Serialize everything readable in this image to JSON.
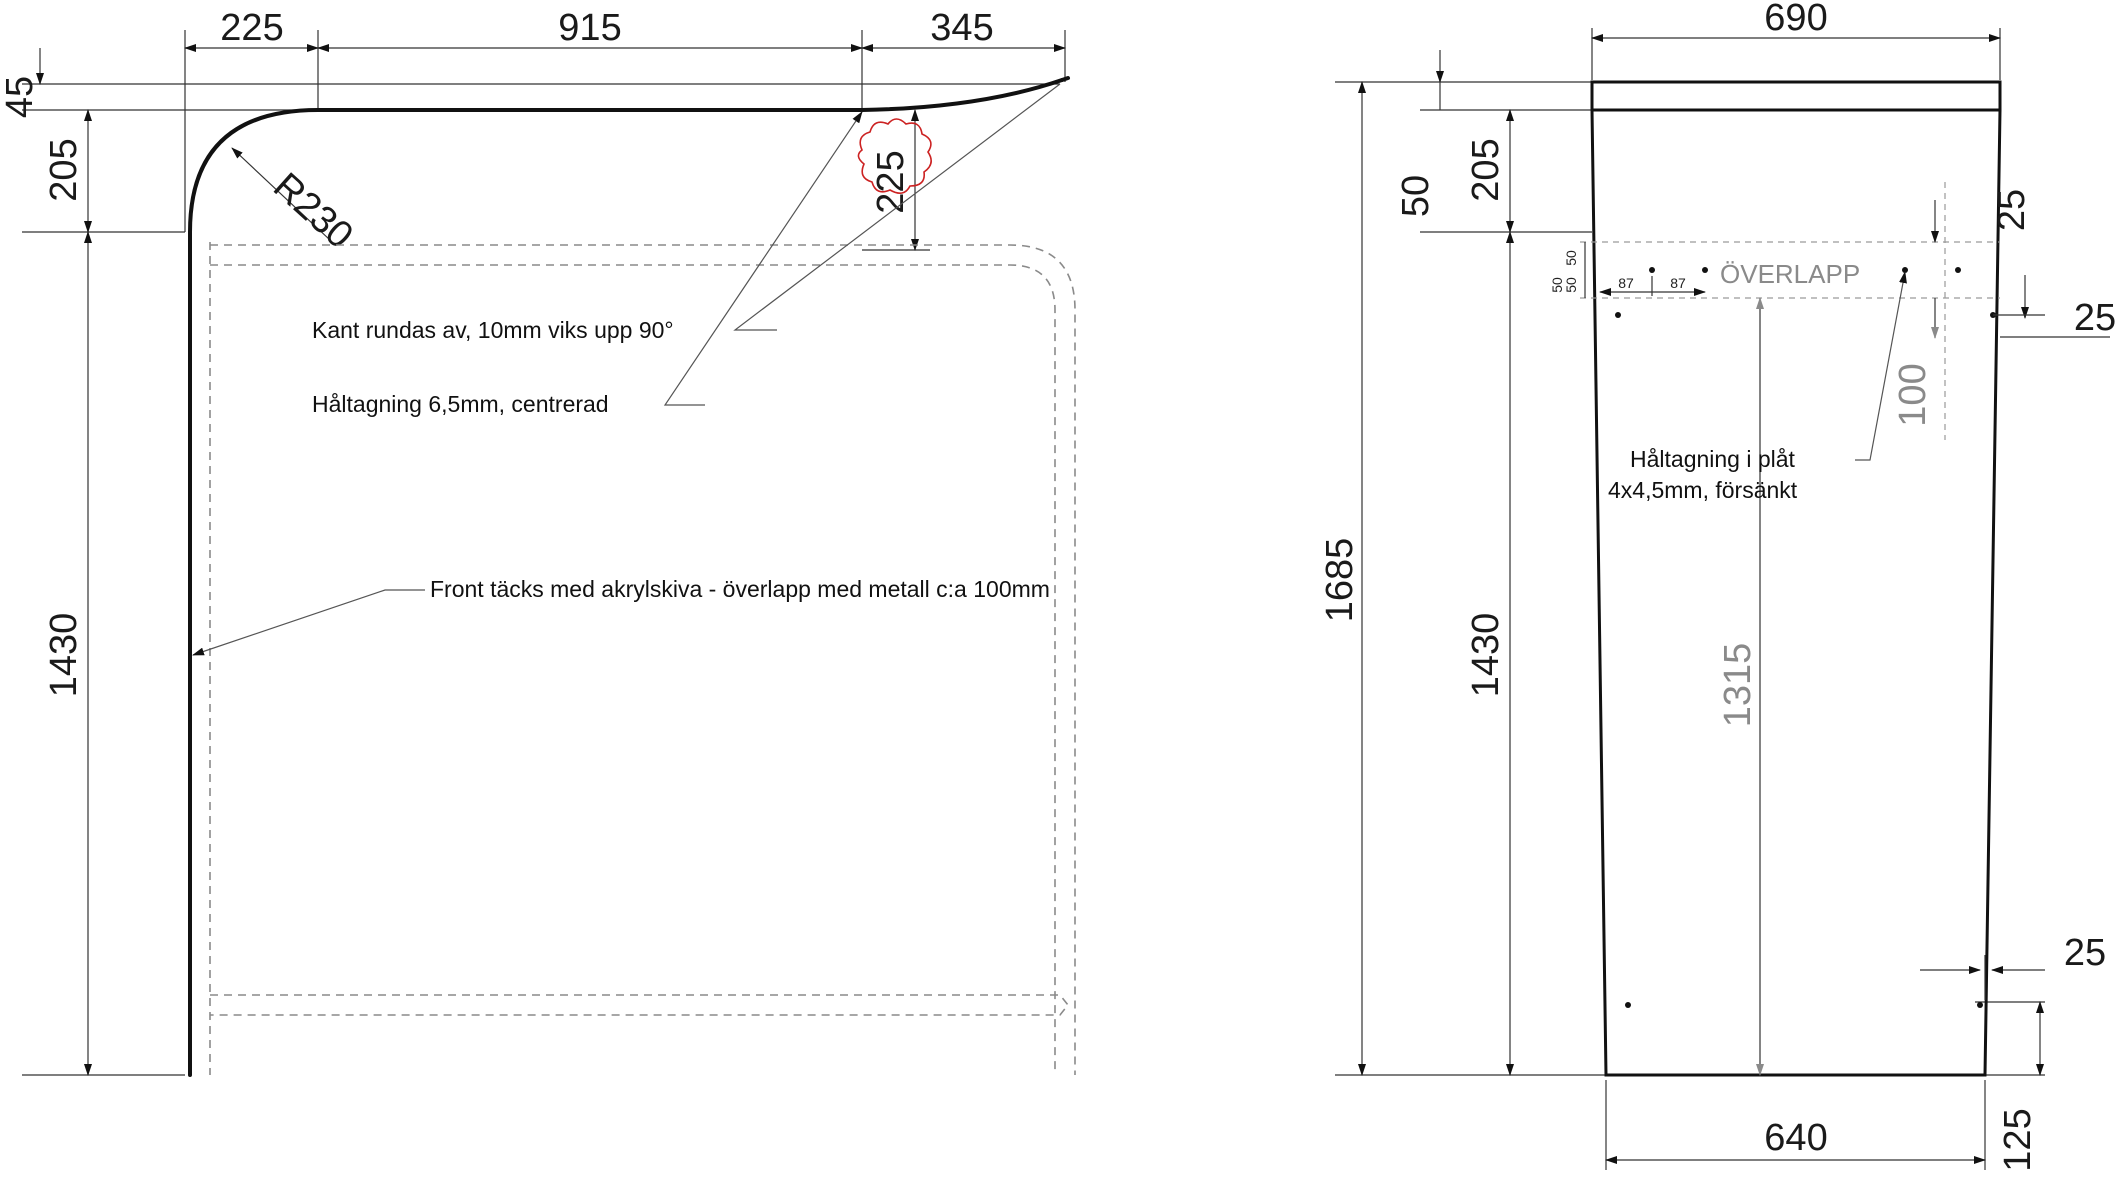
{
  "side_view": {
    "dimensions": {
      "top_radius_span": "225",
      "top_straight_span": "915",
      "top_curved_end_span": "345",
      "top_thickness": "45",
      "upper_height": "205",
      "front_height": "1430",
      "radius": "R230",
      "curve_rise": "225"
    },
    "notes": {
      "edge_note": "Kant rundas av, 10mm viks upp 90°",
      "hole_note": "Håltagning 6,5mm, centrerad",
      "front_note": "Front täcks med akrylskiva - överlapp med metall c:a 100mm"
    }
  },
  "front_view": {
    "dimensions": {
      "top_width": "690",
      "total_height": "1685",
      "top_band": "50",
      "upper_height": "205",
      "lower_height": "1430",
      "overlap_height": "1315",
      "overlap_depth": "100",
      "hole_offset_top": "25",
      "hole_offset_side": "25",
      "hole_offset_side_bottom": "25",
      "bottom_width": "640",
      "bottom_hole_height": "125",
      "small_50_a": "50",
      "small_50_b": "50",
      "small_50_c": "50",
      "hole_spacing_a": "87",
      "hole_spacing_b": "87"
    },
    "labels": {
      "overlap_label": "ÖVERLAPP",
      "plate_hole_note_line1": "Håltagning i plåt",
      "plate_hole_note_line2": "4x4,5mm, försänkt"
    }
  },
  "colors": {
    "ink": "#111111",
    "grey": "#8a8a8a",
    "revision_cloud": "#cc2222"
  }
}
